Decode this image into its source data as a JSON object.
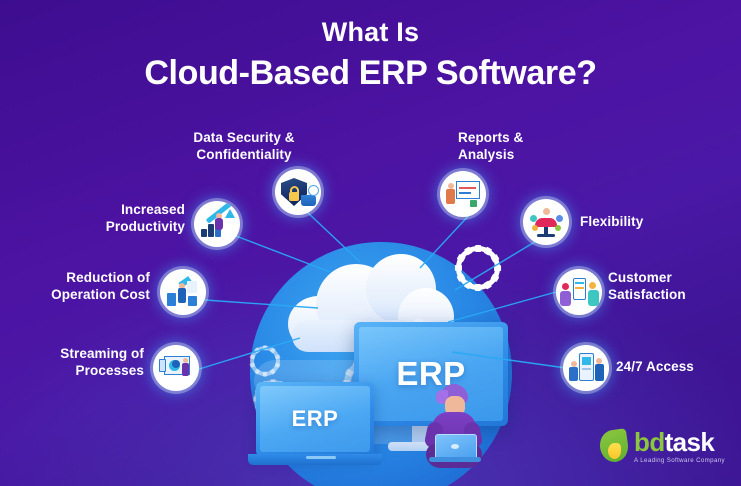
{
  "headline": {
    "line1": "What Is",
    "line2": "Cloud-Based ERP Software?"
  },
  "center": {
    "monitor_label": "ERP",
    "laptop_label": "ERP"
  },
  "features": [
    {
      "id": "data-security",
      "label": "Data Security &\nConfidentiality",
      "icon": "shield-lock-icon",
      "side": "top"
    },
    {
      "id": "increased-productivity",
      "label": "Increased\nProductivity",
      "icon": "growth-arrow-icon",
      "side": "left"
    },
    {
      "id": "reduction-cost",
      "label": "Reduction of\nOperation Cost",
      "icon": "cost-chart-icon",
      "side": "left"
    },
    {
      "id": "streaming-processes",
      "label": "Streaming of\nProcesses",
      "icon": "presentation-chart-icon",
      "side": "left"
    },
    {
      "id": "reports-analysis",
      "label": "Reports &\nAnalysis",
      "icon": "whiteboard-report-icon",
      "side": "top"
    },
    {
      "id": "flexibility",
      "label": "Flexibility",
      "icon": "flexibility-icon",
      "side": "right"
    },
    {
      "id": "customer-satisfaction",
      "label": "Customer\nSatisfaction",
      "icon": "customer-people-icon",
      "side": "right"
    },
    {
      "id": "access-247",
      "label": "24/7 Access",
      "icon": "kiosk-access-icon",
      "side": "right"
    }
  ],
  "logo": {
    "brand_first": "bd",
    "brand_second": "task",
    "tagline": "A Leading Software Company",
    "flame_color": "#8cc63f",
    "flame_inner_color": "#f7c52b"
  },
  "theme": {
    "background_purple_dark": "#3d0d8f",
    "background_purple_light": "#4a35b4",
    "accent_cyan": "#29a9f5",
    "disc_blue": "#2a8ae6",
    "text_white": "#ffffff"
  }
}
